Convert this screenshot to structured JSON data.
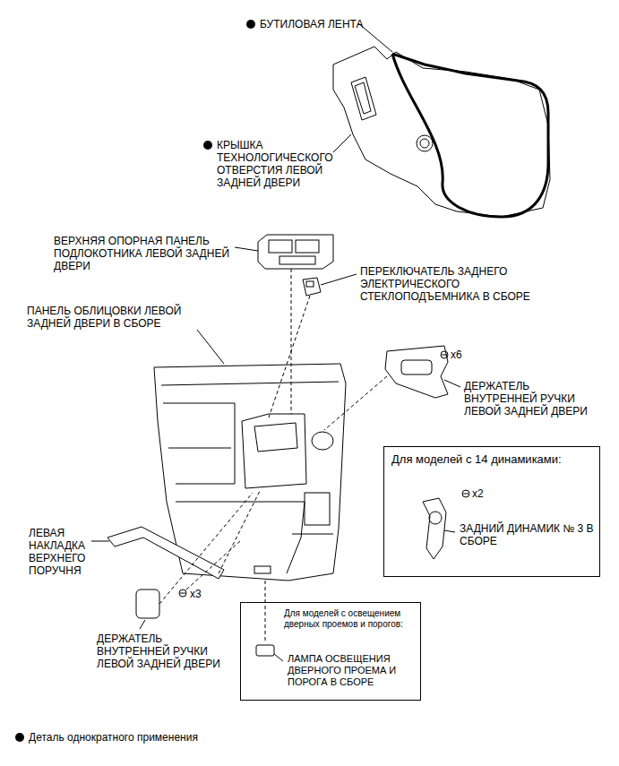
{
  "diagram": {
    "nodes": [
      {
        "text": [
          "Для моделей с 14 динамиками:",
          "x2",
          "ЗАДНИЙ ДИНАМИК № 3 В СБОРЕ"
        ]
      },
      {
        "text": [
          "Для моделей с освещением дверных проемов и порогов:",
          "ЛАМПА ОСВЕЩЕНИЯ ДВЕРНОГО ПРОЕМА И ПОРОГА В СБОРЕ"
        ]
      }
    ],
    "labels": [
      "БУТИЛОВАЯ ЛЕНТА",
      "КРЫШКА ТЕХНОЛОГИЧЕСКОГО ОТВЕРСТИЯ ЛЕВОЙ ЗАДНЕЙ ДВЕРИ",
      "ВЕРХНЯЯ ОПОРНАЯ ПАНЕЛЬ ПОДЛОКОТНИКА ЛЕВОЙ ЗАДНЕЙ ДВЕРИ",
      "ПЕРЕКЛЮЧАТЕЛЬ ЗАДНЕГО ЭЛЕКТРИЧЕСКОГО СТЕКЛОПОДЪЕМНИКА В СБОРЕ",
      "ПАНЕЛЬ ОБЛИЦОВКИ ЛЕВОЙ ЗАДНЕЙ ДВЕРИ В СБОРЕ",
      "x6",
      "ДЕРЖАТЕЛЬ ВНУТРЕННЕЙ РУЧКИ ЛЕВОЙ ЗАДНЕЙ ДВЕРИ",
      "ЛЕВАЯ НАКЛАДКА ВЕРХНЕГО ПОРУЧНЯ",
      "x3",
      "ДЕРЖАТЕЛЬ ВНУТРЕННЕЙ РУЧКИ ЛЕВОЙ ЗАДНЕЙ ДВЕРИ"
    ],
    "legend": [
      {
        "text": "Деталь однократного применения"
      }
    ]
  }
}
